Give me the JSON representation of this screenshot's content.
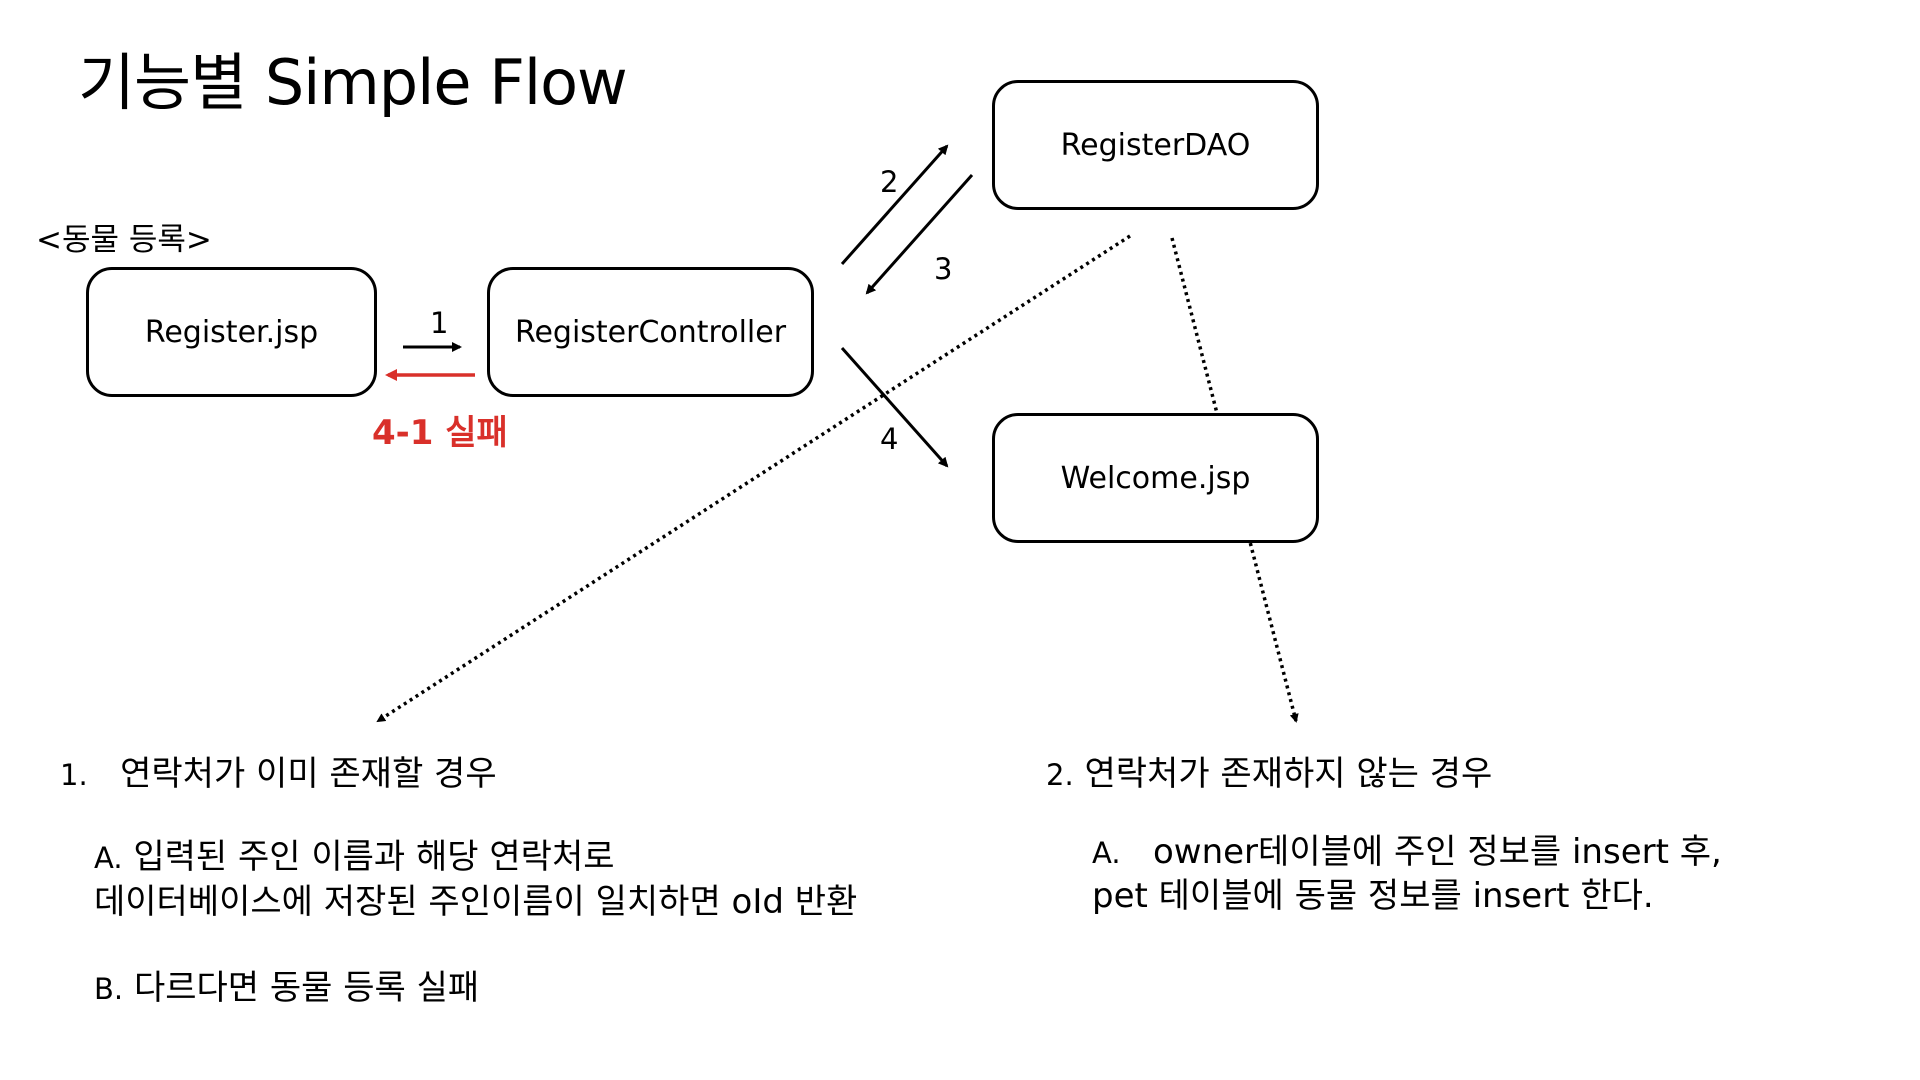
{
  "title": "기능별 Simple Flow",
  "section_label": "<동물 등록>",
  "nodes": {
    "register_jsp": "Register.jsp",
    "register_controller": "RegisterController",
    "register_dao": "RegisterDAO",
    "welcome_jsp": "Welcome.jsp"
  },
  "edges": {
    "e1": "1",
    "e2": "2",
    "e3": "3",
    "e4": "4",
    "e4_1": "4-1 실패"
  },
  "colors": {
    "fail": "#d9302a",
    "stroke": "#000000"
  },
  "case1": {
    "marker": "1.",
    "heading": "연락처가 이미 존재할 경우",
    "a_marker": "A.",
    "a_line1": "입력된 주인 이름과 해당 연락처로",
    "a_line2": "데이터베이스에 저장된 주인이름이 일치하면 oId 반환",
    "b_marker": "B.",
    "b_text": "다르다면 동물 등록 실패"
  },
  "case2": {
    "marker": "2.",
    "heading": "연락처가 존재하지 않는 경우",
    "a_marker": "A.",
    "a_line1": "owner테이블에 주인 정보를 insert 후,",
    "a_line2": "pet 테이블에 동물 정보를 insert 한다."
  }
}
